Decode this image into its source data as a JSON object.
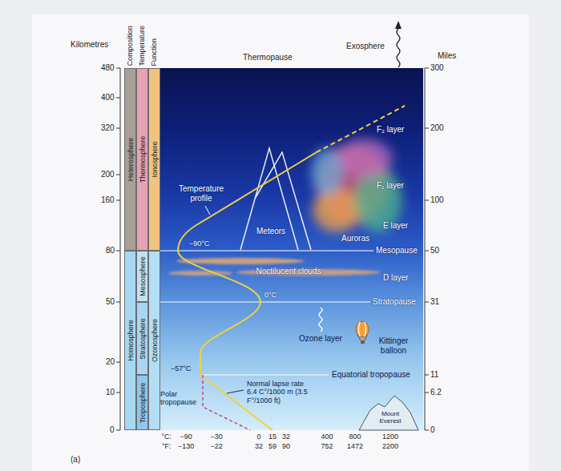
{
  "diagram": {
    "nodes": [
      {
        "text": [
          "Heterosphere"
        ]
      },
      {
        "text": [
          "Homosphere"
        ]
      },
      {
        "text": [
          "Thermosphere"
        ]
      },
      {
        "text": [
          "Mesosphere"
        ]
      },
      {
        "text": [
          "Stratosphere"
        ]
      },
      {
        "text": [
          "Troposphere"
        ]
      },
      {
        "text": [
          "Ionosphere"
        ]
      },
      {
        "text": [
          "Ozonosphere"
        ]
      }
    ],
    "labels": [
      "Kilometres",
      "480",
      "400",
      "320",
      "200",
      "160",
      "80",
      "50",
      "20",
      "10",
      "0",
      "Composition",
      "Temperature",
      "Function",
      "Thermopause",
      "Exosphere",
      "Miles",
      "300",
      "200",
      "100",
      "50",
      "31",
      "11",
      "6.2",
      "0",
      "F₂ layer",
      "Temperature profile",
      "F₁ layer",
      "Meteors",
      "E layer",
      "−90°C",
      "Auroras",
      "Mesopause",
      "Noctilucent clouds",
      "D layer",
      "0°C",
      "Stratopause",
      "Ozone layer",
      "Kittinger balloon",
      "−57°C",
      "Equatorial tropopause",
      "Normal lapse rate 6.4 C°/1000 m (3.5 F°/1000 ft)",
      "Polar tropopause",
      "Mount Everest",
      "°C:",
      "−90",
      "−30",
      "0",
      "15",
      "32",
      "400",
      "800",
      "1200",
      "°F:",
      "−130",
      "−22",
      "32",
      "59",
      "90",
      "752",
      "1472",
      "2200",
      "(a)"
    ]
  }
}
